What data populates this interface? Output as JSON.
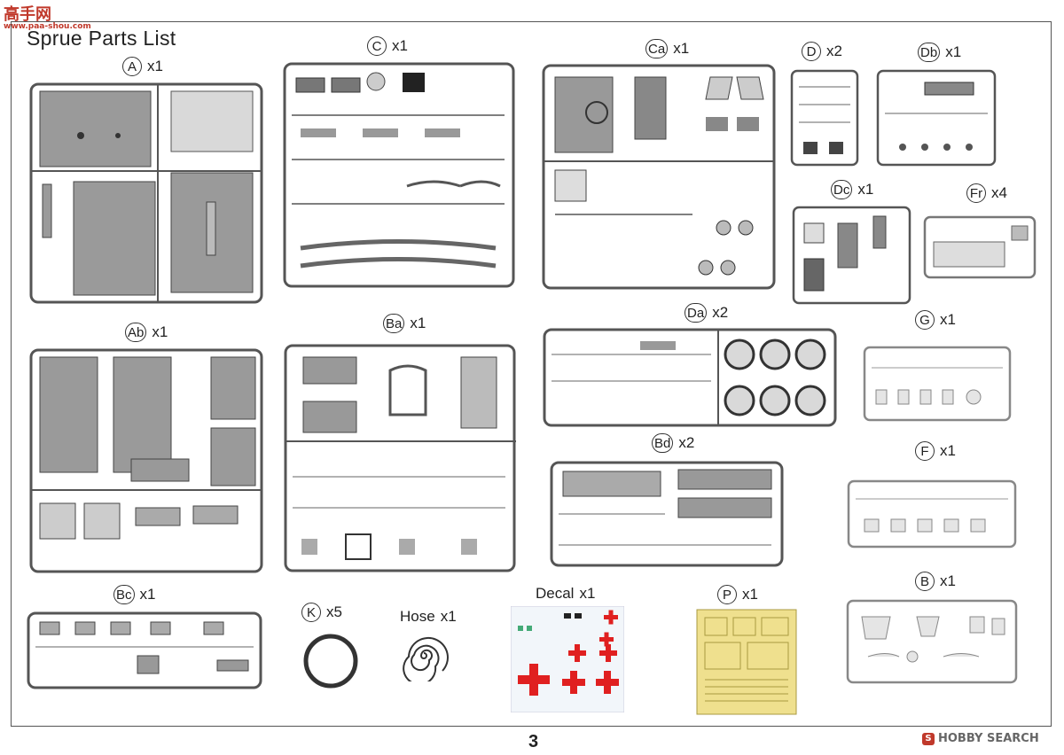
{
  "watermark_top": {
    "chars": "高手网",
    "url": "www.paa-shou.com"
  },
  "title": "Sprue Parts List",
  "sprues": [
    {
      "id": "A",
      "qty": "x1"
    },
    {
      "id": "C",
      "qty": "x1"
    },
    {
      "id": "Ca",
      "qty": "x1"
    },
    {
      "id": "D",
      "qty": "x2"
    },
    {
      "id": "Db",
      "qty": "x1"
    },
    {
      "id": "Dc",
      "qty": "x1"
    },
    {
      "id": "Fr",
      "qty": "x4"
    },
    {
      "id": "Ab",
      "qty": "x1"
    },
    {
      "id": "Ba",
      "qty": "x1"
    },
    {
      "id": "Da",
      "qty": "x2"
    },
    {
      "id": "G",
      "qty": "x1"
    },
    {
      "id": "Bd",
      "qty": "x2"
    },
    {
      "id": "F",
      "qty": "x1"
    },
    {
      "id": "Bc",
      "qty": "x1"
    },
    {
      "id": "K",
      "qty": "x5"
    },
    {
      "id": "P",
      "qty": "x1"
    },
    {
      "id": "B",
      "qty": "x1"
    }
  ],
  "hose": {
    "label": "Hose",
    "qty": "x1"
  },
  "decal": {
    "label": "Decal",
    "qty": "x1"
  },
  "page_number": "3",
  "watermark_bottom": {
    "badge": "S",
    "text": "HOBBY SEARCH"
  },
  "colors": {
    "sprue_gray": "#8d8d8d",
    "sprue_light": "#c9c9c9",
    "photo_etch": "#e8d77a",
    "decal_red": "#e02020"
  }
}
